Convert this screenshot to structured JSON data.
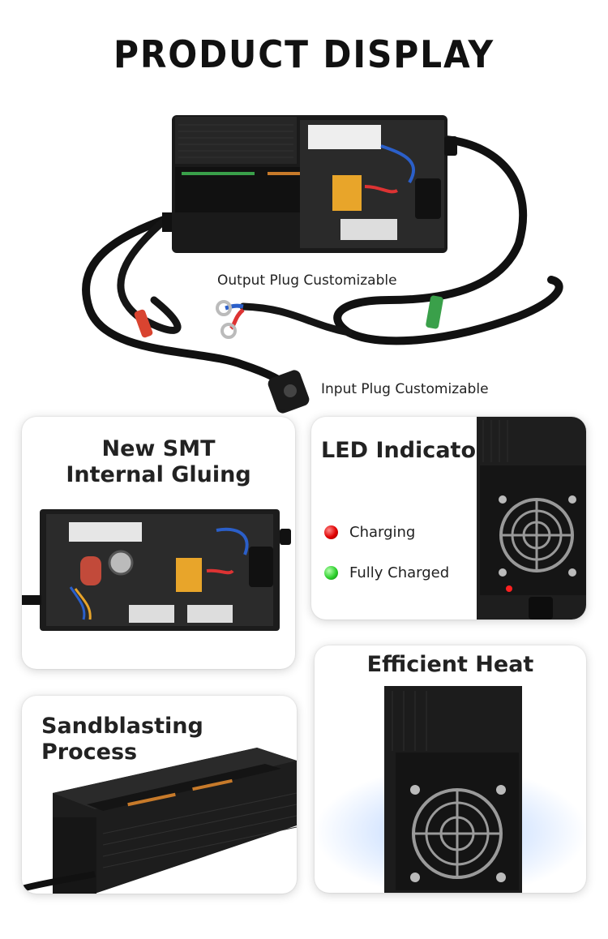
{
  "page": {
    "title": "PRODUCT DISPLAY"
  },
  "hero": {
    "output_label": "Output Plug Customizable",
    "input_label": "Input Plug Customizable"
  },
  "features": {
    "smt": {
      "title_line1": "New SMT",
      "title_line2": "Internal Gluing"
    },
    "led": {
      "title": "LED Indicator",
      "items": [
        {
          "label": "Charging",
          "color": "#e00000"
        },
        {
          "label": "Fully Charged",
          "color": "#2fd12f"
        }
      ]
    },
    "heat": {
      "title": "Efficient Heat"
    },
    "sand": {
      "title_line1": "Sandblasting",
      "title_line2": "Process"
    }
  }
}
